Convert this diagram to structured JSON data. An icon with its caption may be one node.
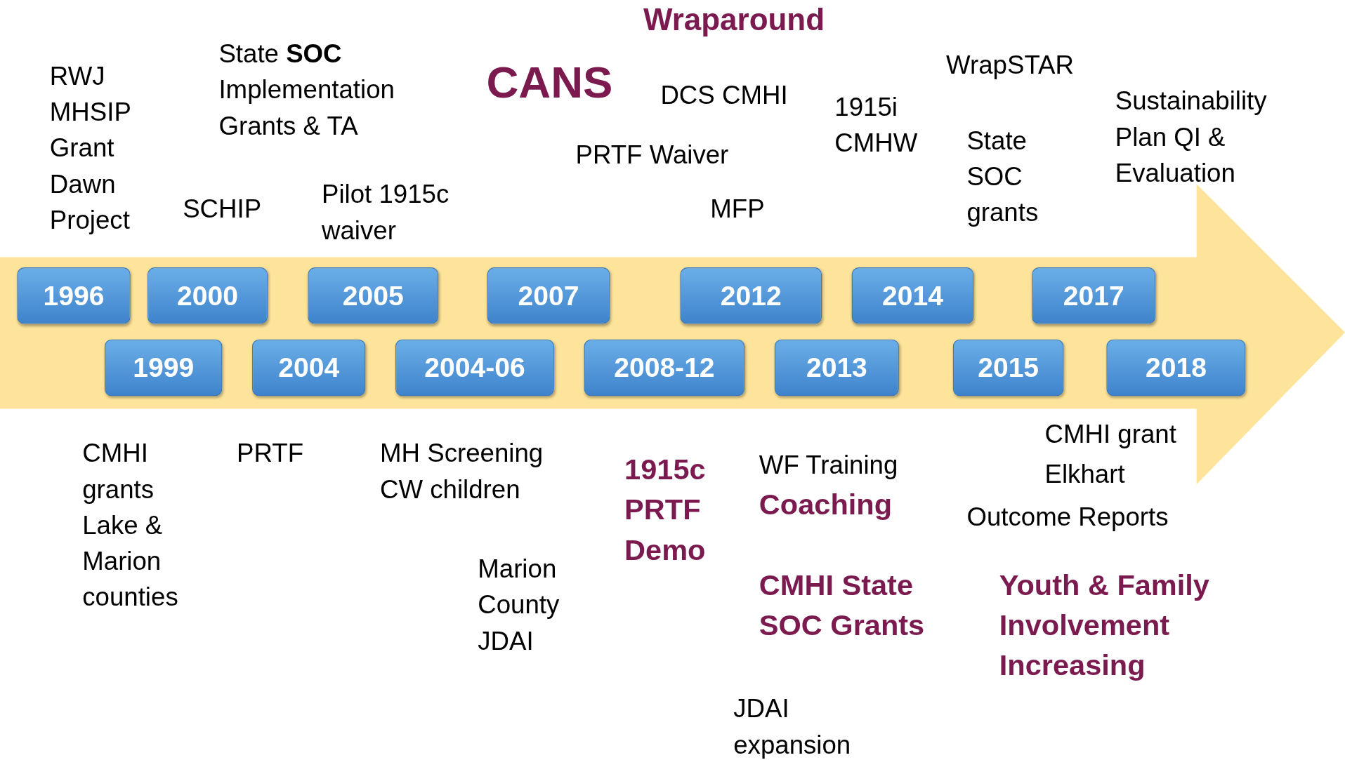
{
  "diagram": {
    "nodes": [
      {
        "text": [
          "1996"
        ]
      },
      {
        "text": [
          "2000"
        ]
      },
      {
        "text": [
          "2005"
        ]
      },
      {
        "text": [
          "2007"
        ]
      },
      {
        "text": [
          "2012"
        ]
      },
      {
        "text": [
          "2014"
        ]
      },
      {
        "text": [
          "2017"
        ]
      },
      {
        "text": [
          "1999"
        ]
      },
      {
        "text": [
          "2004"
        ]
      },
      {
        "text": [
          "2004-06"
        ]
      },
      {
        "text": [
          "2008-12"
        ]
      },
      {
        "text": [
          "2013"
        ]
      },
      {
        "text": [
          "2015"
        ]
      },
      {
        "text": [
          "2018"
        ]
      }
    ],
    "labels": [
      "Wraparound",
      "RWJ MHSIP Grant Dawn Project",
      "State **SOC** Implementation Grants & TA",
      "CANS",
      "DCS CMHI",
      "WrapSTAR",
      "1915i CMHW",
      "Sustainability Plan QI & Evaluation",
      "State SOC grants",
      "PRTF Waiver",
      "SCHIP",
      "Pilot 1915c waiver",
      "MFP",
      "CMHI grant",
      "Elkhart",
      "CMHI grants Lake & Marion counties",
      "PRTF",
      "MH Screening CW children",
      "1915c PRTF Demo",
      "WF Training",
      "Coaching",
      "Outcome Reports",
      "Marion County JDAI",
      "CMHI State SOC Grants",
      "Youth & Family Involvement Increasing",
      "JDAI expansion"
    ]
  }
}
